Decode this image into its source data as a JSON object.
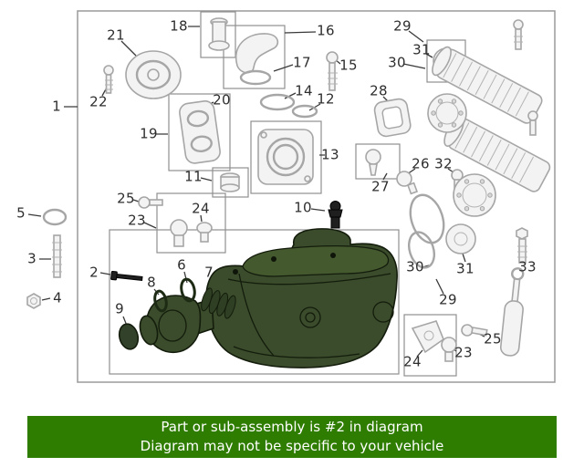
{
  "banner": {
    "line1": "Part or sub-assembly is #2 in diagram",
    "line2": "Diagram may not be specific to your vehicle",
    "bg_color": "#2e7d00",
    "text_color": "#ffffff"
  },
  "diagram": {
    "highlighted_part_color": "#3a4c2b",
    "part_outline_color": "#a6a6a6",
    "callouts": [
      {
        "label": "1"
      },
      {
        "label": "2"
      },
      {
        "label": "3"
      },
      {
        "label": "4"
      },
      {
        "label": "5"
      },
      {
        "label": "6"
      },
      {
        "label": "7"
      },
      {
        "label": "8"
      },
      {
        "label": "9"
      },
      {
        "label": "10"
      },
      {
        "label": "11"
      },
      {
        "label": "12"
      },
      {
        "label": "13"
      },
      {
        "label": "14"
      },
      {
        "label": "15"
      },
      {
        "label": "16"
      },
      {
        "label": "17"
      },
      {
        "label": "18"
      },
      {
        "label": "19"
      },
      {
        "label": "20"
      },
      {
        "label": "21"
      },
      {
        "label": "22"
      },
      {
        "label": "23"
      },
      {
        "label": "24"
      },
      {
        "label": "25"
      },
      {
        "label": "26"
      },
      {
        "label": "27"
      },
      {
        "label": "28"
      },
      {
        "label": "29"
      },
      {
        "label": "30"
      },
      {
        "label": "31"
      },
      {
        "label": "32"
      },
      {
        "label": "33"
      },
      {
        "label": "23"
      },
      {
        "label": "24"
      },
      {
        "label": "25"
      },
      {
        "label": "29"
      },
      {
        "label": "30"
      },
      {
        "label": "31"
      }
    ]
  }
}
